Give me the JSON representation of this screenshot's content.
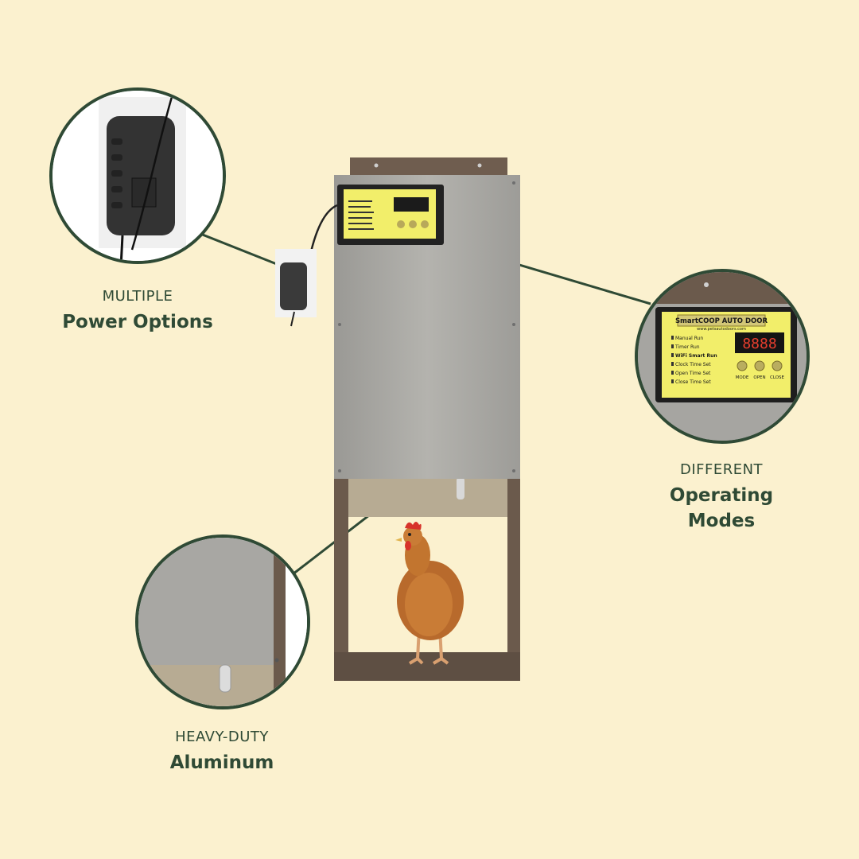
{
  "features": {
    "power": {
      "small": "MULTIPLE",
      "big": "Power Options"
    },
    "modes": {
      "small": "DIFFERENT",
      "big_line1": "Operating",
      "big_line2": "Modes"
    },
    "aluminum": {
      "small": "HEAVY-DUTY",
      "big": "Aluminum"
    }
  },
  "controller": {
    "brand": "SmartCOOP AUTO DOOR",
    "website": "www.petsautodoors.com",
    "display": "8888",
    "modes": [
      "Manual Run",
      "Timer Run",
      "WiFi Smart Run",
      "Clock Time Set",
      "Open Time Set",
      "Close Time Set"
    ],
    "buttons": [
      "MODE",
      "OPEN",
      "CLOSE"
    ]
  },
  "colors": {
    "background": "#fbf1cf",
    "accent": "#2f4a35",
    "panel_yellow": "#f2ee6a",
    "aluminum": "#a9a8a4",
    "frame_brown": "#6b5a4c"
  },
  "icons": [
    "power-adapter-icon",
    "chicken-icon",
    "led-display-icon"
  ]
}
